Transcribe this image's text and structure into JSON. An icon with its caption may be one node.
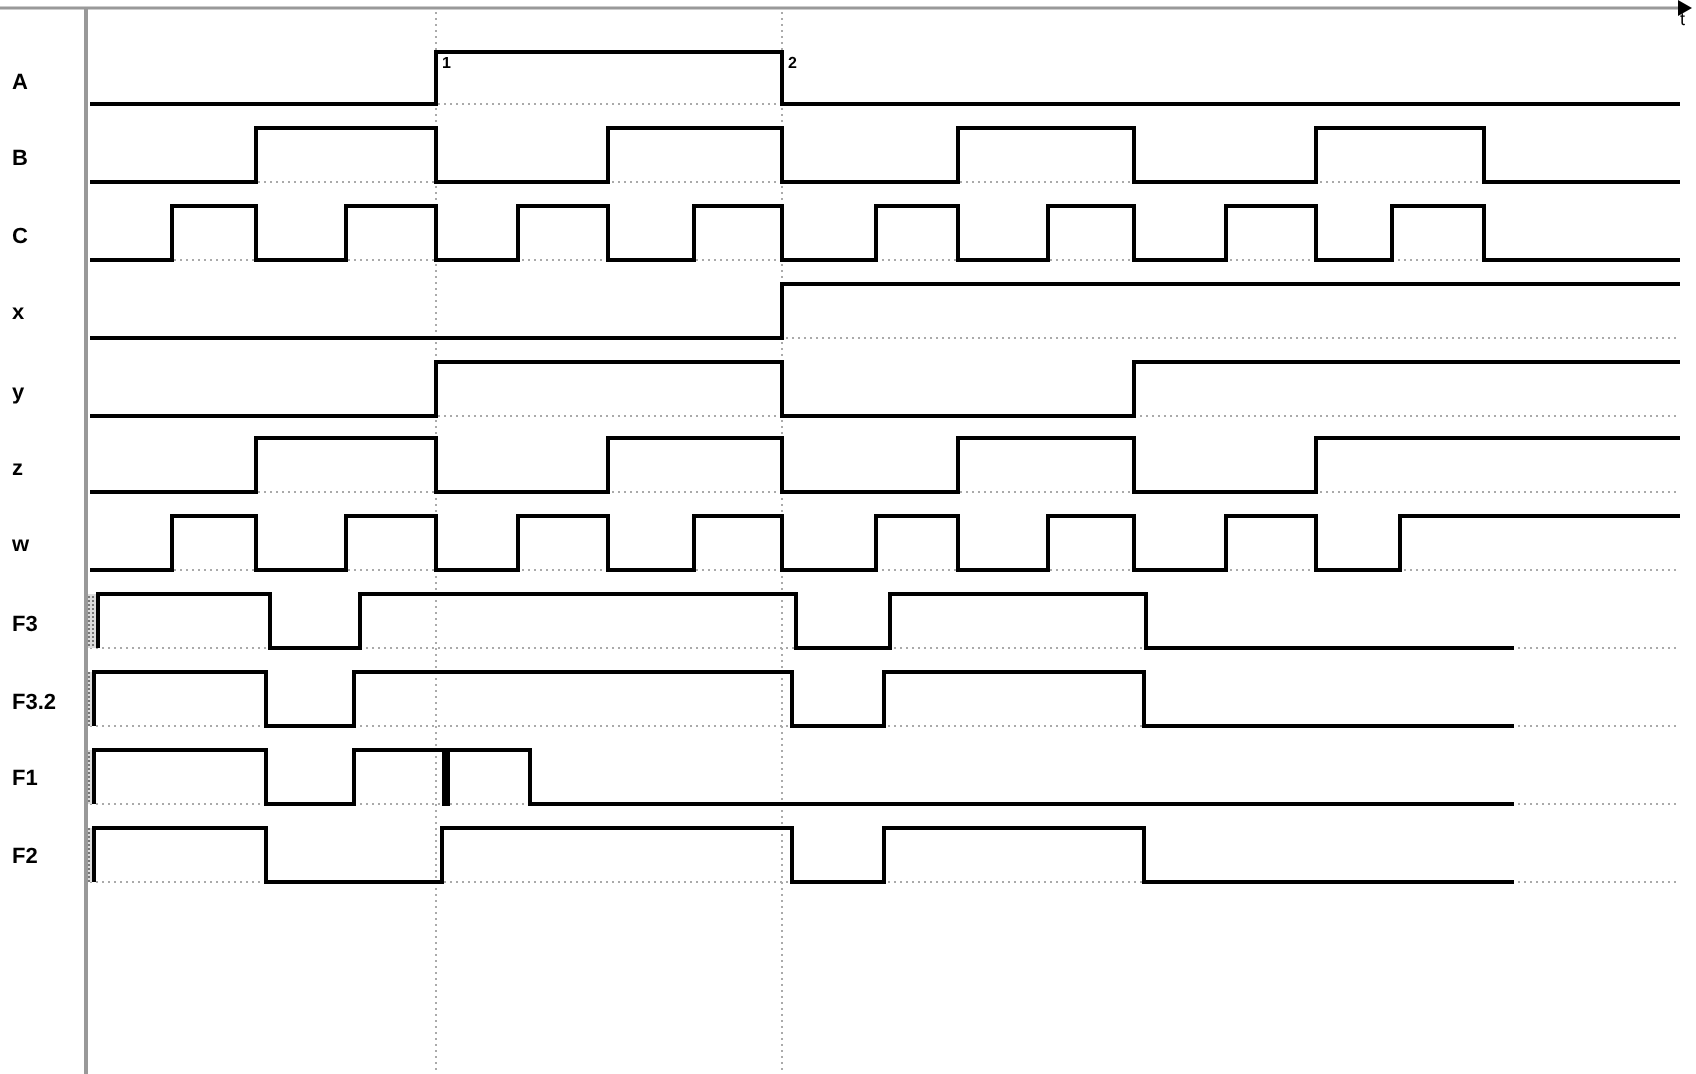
{
  "diagram": {
    "labels": [
      "t",
      "1",
      "2",
      "A",
      "B",
      "C",
      "x",
      "y",
      "z",
      "w",
      "F3",
      "F3.2",
      "F1",
      "F2"
    ]
  }
}
